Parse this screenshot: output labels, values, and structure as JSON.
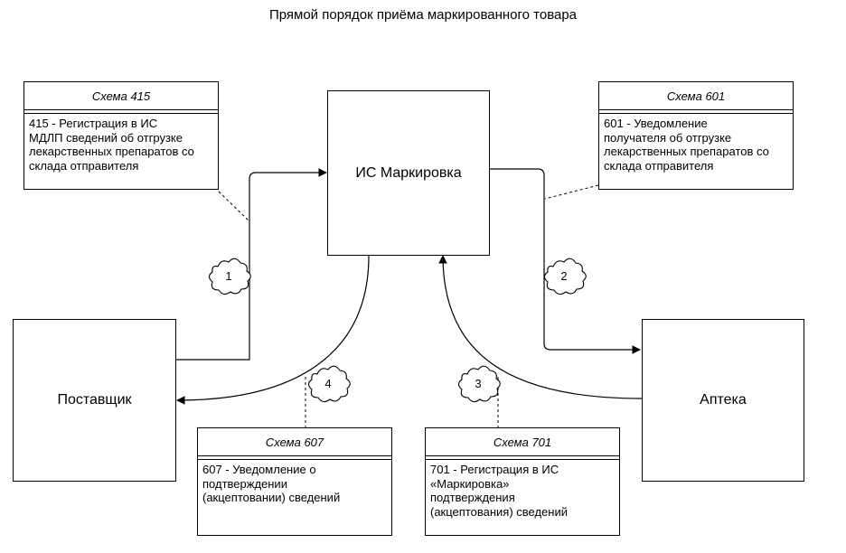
{
  "title": "Прямой порядок приёма маркированного товара",
  "nodes": {
    "is": "ИС Маркировка",
    "supplier": "Поставщик",
    "pharmacy": "Аптека"
  },
  "schemes": {
    "s415": {
      "header": "Схема 415",
      "lines": [
        "415 - Регистрация в ИС",
        "МДЛП сведений об отгрузке",
        "лекарственных препаратов со",
        "склада отправителя"
      ]
    },
    "s601": {
      "header": "Схема 601",
      "lines": [
        "601 - Уведомление",
        "получателя об отгрузке",
        "лекарственных препаратов со",
        "склада отправителя"
      ]
    },
    "s607": {
      "header": "Схема 607",
      "lines": [
        "607 - Уведомление о",
        "подтверждении",
        "(акцептовании) сведений"
      ]
    },
    "s701": {
      "header": "Схема 701",
      "lines": [
        "701 - Регистрация в ИС",
        "«Маркировка»",
        "подтверждения",
        "(акцептования) сведений"
      ]
    }
  },
  "steps": [
    "1",
    "2",
    "3",
    "4"
  ]
}
